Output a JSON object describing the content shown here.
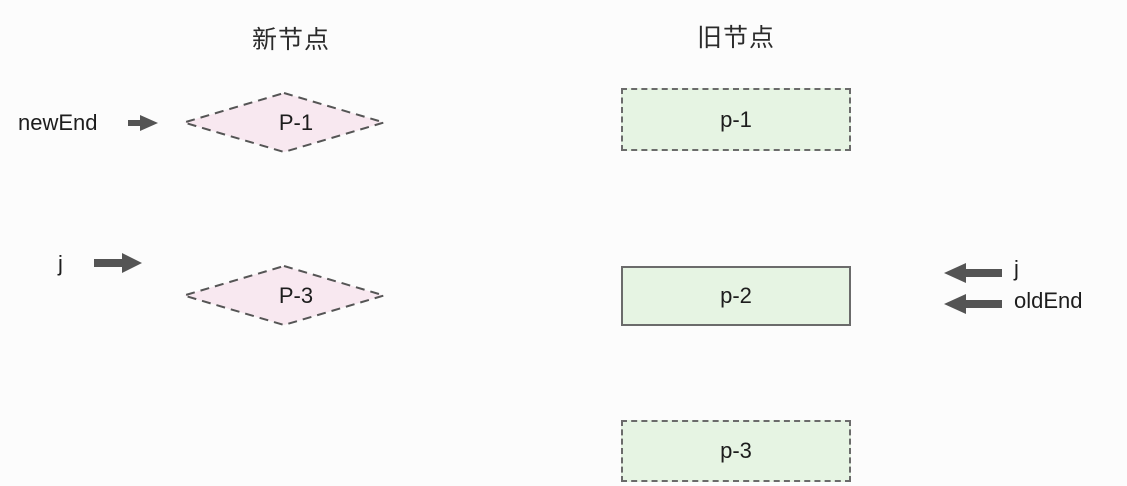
{
  "diagram": {
    "title_new_nodes": "新节点",
    "title_old_nodes": "旧节点",
    "colors": {
      "background": "#fcfcfc",
      "diamond_fill": "#f8e8f0",
      "diamond_stroke": "#555555",
      "box_fill": "#e6f4e3",
      "box_stroke": "#6b6b6b",
      "arrow": "#545454",
      "text": "#1d1d1d"
    },
    "new_nodes": [
      {
        "label": "P-1",
        "shape": "diamond",
        "border": "dashed"
      },
      {
        "label": "P-3",
        "shape": "diamond",
        "border": "dashed"
      }
    ],
    "old_nodes": [
      {
        "label": "p-1",
        "shape": "rect",
        "border": "dashed"
      },
      {
        "label": "p-2",
        "shape": "rect",
        "border": "solid"
      },
      {
        "label": "p-3",
        "shape": "rect",
        "border": "dashed"
      }
    ],
    "pointers": {
      "new_end": "newEnd",
      "j_left": "j",
      "j_right": "j",
      "old_end": "oldEnd"
    }
  }
}
